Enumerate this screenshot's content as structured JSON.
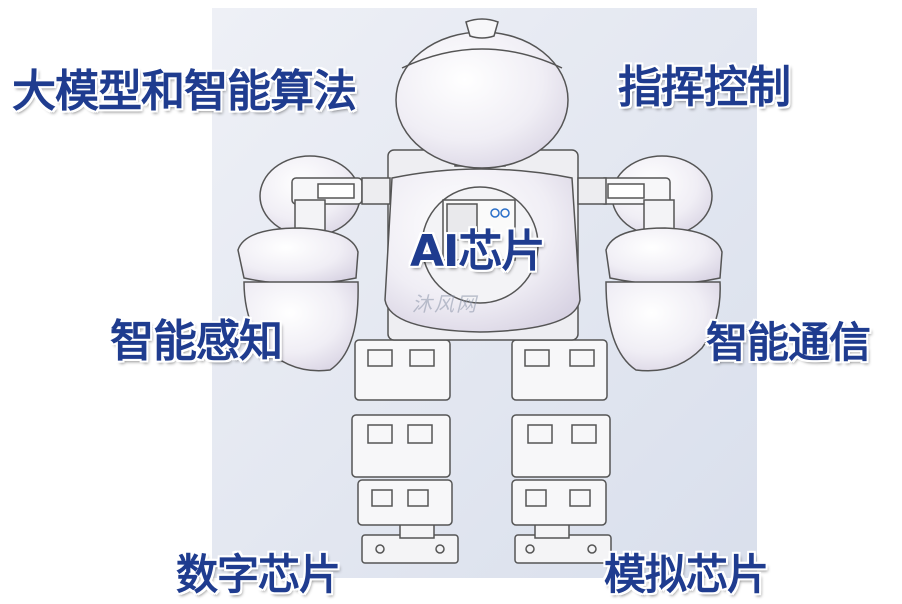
{
  "labels": {
    "top_left": "大模型和智能算法",
    "top_right": "指挥控制",
    "middle_left": "智能感知",
    "middle_right": "智能通信",
    "center": "AI芯片",
    "bottom_left": "数字芯片",
    "bottom_right": "模拟芯片"
  },
  "watermark": "沐风网",
  "colors": {
    "label_text": "#1f3c8f",
    "label_outline": "#ffffff",
    "backdrop": "#dfe4ef",
    "robot_body": "#f3f3f7",
    "robot_line": "#555555"
  }
}
